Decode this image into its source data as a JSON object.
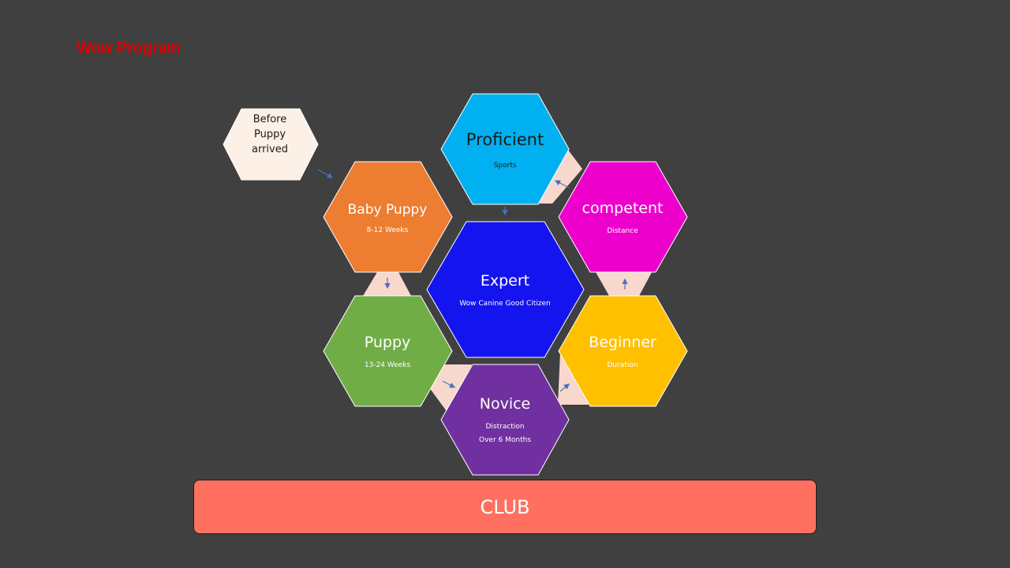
{
  "slide": {
    "title": "Wow Program",
    "title_color": "#e00000",
    "background": "#404040"
  },
  "hexagons": [
    {
      "id": "before",
      "label_lines": [
        "Before",
        "Puppy",
        "arrived"
      ],
      "subtitle_lines": [],
      "color": "#fdf0e6"
    },
    {
      "id": "proficient",
      "label": "Proficient",
      "subtitle_lines": [
        "Sports"
      ],
      "color": "#00b0f0"
    },
    {
      "id": "baby-puppy",
      "label": "Baby Puppy",
      "subtitle_lines": [
        "8-12 Weeks"
      ],
      "color": "#ed7d31"
    },
    {
      "id": "competent",
      "label": "competent",
      "subtitle_lines": [
        "Distance"
      ],
      "color": "#ee00cc"
    },
    {
      "id": "expert",
      "label": "Expert",
      "subtitle_lines": [
        "Wow Canine Good Citizen"
      ],
      "color": "#1414ee"
    },
    {
      "id": "puppy",
      "label": "Puppy",
      "subtitle_lines": [
        "13-24 Weeks"
      ],
      "color": "#70ad47"
    },
    {
      "id": "beginner",
      "label": "Beginner",
      "subtitle_lines": [
        "Duration"
      ],
      "color": "#ffc000"
    },
    {
      "id": "novice",
      "label": "Novice",
      "subtitle_lines": [
        "Distraction",
        "Over 6 Months"
      ],
      "color": "#7030a0"
    }
  ],
  "connector_color": "#f8d8cc",
  "arrow_color": "#4472c4",
  "club": {
    "label": "CLUB",
    "color": "#ff7060"
  }
}
